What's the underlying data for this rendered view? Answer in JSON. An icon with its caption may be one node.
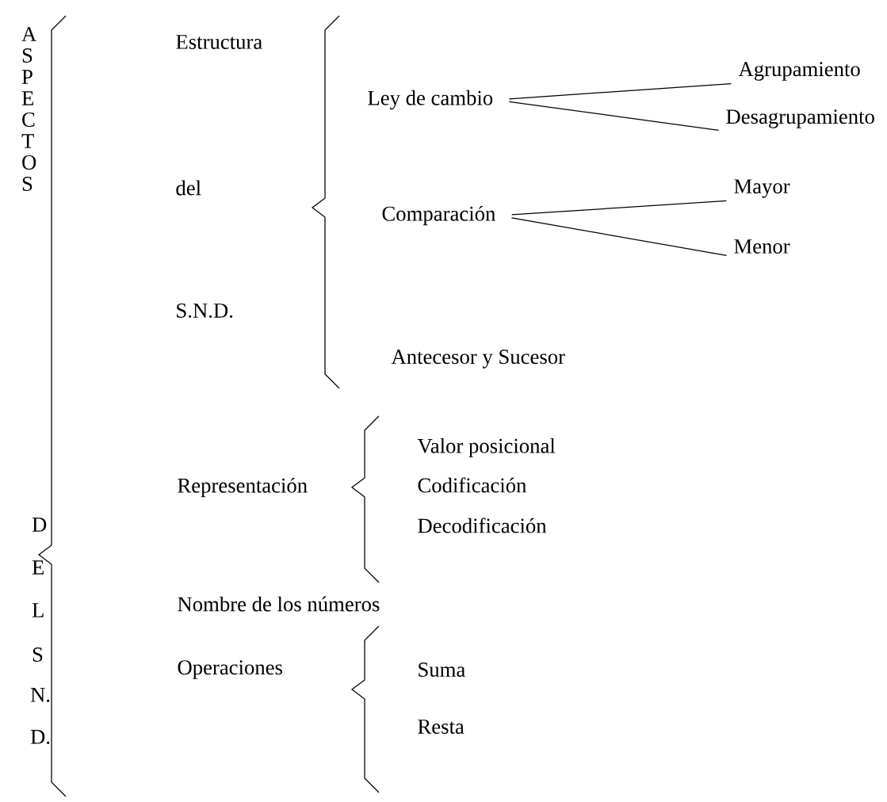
{
  "diagram": {
    "nodes": [
      {
        "text": [
          "Estructura"
        ]
      },
      {
        "text": [
          "del"
        ]
      },
      {
        "text": [
          "S.N.D."
        ]
      },
      {
        "text": [
          "Ley de cambio"
        ]
      },
      {
        "text": [
          "Comparación"
        ]
      },
      {
        "text": [
          "Antecesor y Sucesor"
        ]
      },
      {
        "text": [
          "Agrupamiento"
        ]
      },
      {
        "text": [
          "Desagrupamiento"
        ]
      },
      {
        "text": [
          "Mayor"
        ]
      },
      {
        "text": [
          "Menor"
        ]
      },
      {
        "text": [
          "Representación"
        ]
      },
      {
        "text": [
          "Valor posicional"
        ]
      },
      {
        "text": [
          "Codificación"
        ]
      },
      {
        "text": [
          "Decodificación"
        ]
      },
      {
        "text": [
          "Nombre de los números"
        ]
      },
      {
        "text": [
          "Operaciones"
        ]
      },
      {
        "text": [
          "Suma"
        ]
      },
      {
        "text": [
          "Resta"
        ]
      }
    ],
    "edges": [
      {
        "from": 3,
        "to": 6,
        "arrow": "none"
      },
      {
        "from": 3,
        "to": 7,
        "arrow": "none"
      },
      {
        "from": 4,
        "to": 8,
        "arrow": "none"
      },
      {
        "from": 4,
        "to": 9,
        "arrow": "none"
      }
    ],
    "labels": [
      "A",
      "S",
      "P",
      "E",
      "C",
      "T",
      "O",
      "S",
      "D",
      "E",
      "L",
      "S",
      "N.",
      "D."
    ]
  }
}
